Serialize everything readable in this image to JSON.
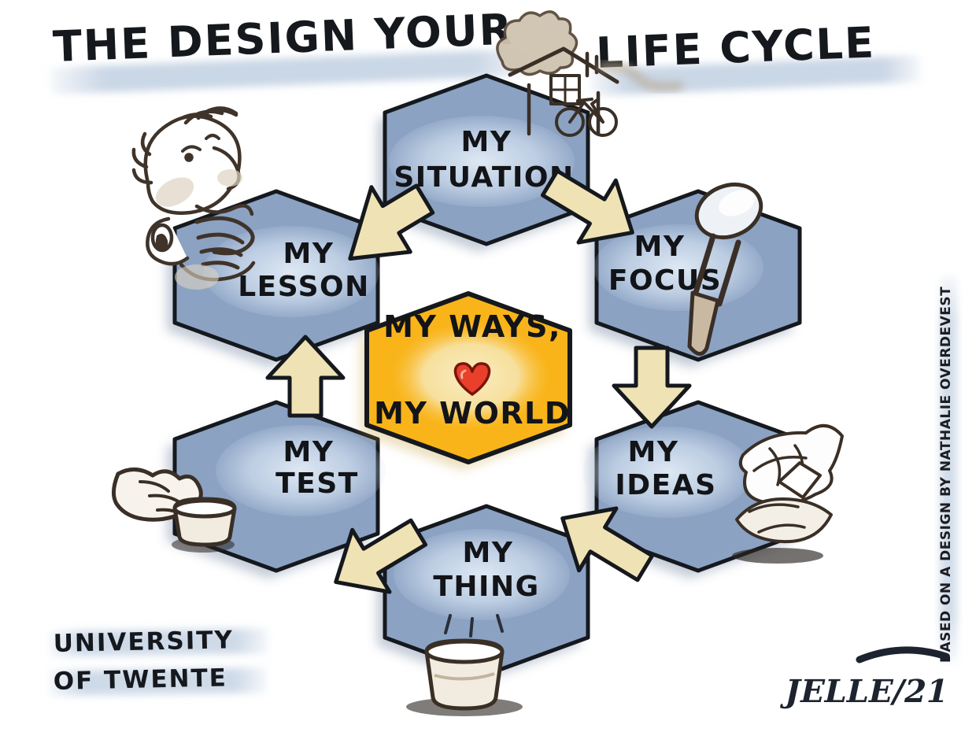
{
  "poster": {
    "title_left": "THE DESIGN YOUR",
    "title_right": "LIFE CYCLE",
    "background_color": "#ffffff",
    "highlight_color": "#c7d4e4"
  },
  "center_node": {
    "id": "my-ways-my-world",
    "line1": "MY WAYS,",
    "line2": "MY WORLD",
    "heart_icon": "heart-icon",
    "fill_color": "#F9B419",
    "glow_color": "#F7E9BC"
  },
  "cycle_nodes": [
    {
      "id": "my-situation",
      "line1": "MY",
      "line2": "SITUATION",
      "position": "top",
      "illustration": "house-tree-bicycle-icon",
      "fill_color": "#8BA2C3"
    },
    {
      "id": "my-focus",
      "line1": "MY",
      "line2": "FOCUS",
      "position": "top-right",
      "illustration": "magnifying-glass-icon",
      "fill_color": "#8BA2C3"
    },
    {
      "id": "my-ideas",
      "line1": "MY",
      "line2": "IDEAS",
      "position": "bottom-right",
      "illustration": "crumpled-papers-icon",
      "fill_color": "#8BA2C3"
    },
    {
      "id": "my-thing",
      "line1": "MY",
      "line2": "THING",
      "position": "bottom",
      "illustration": "paint-bucket-icon",
      "fill_color": "#8BA2C3"
    },
    {
      "id": "my-test",
      "line1": "MY",
      "line2": "TEST",
      "position": "bottom-left",
      "illustration": "hand-bucket-icon",
      "fill_color": "#8BA2C3"
    },
    {
      "id": "my-lesson",
      "line1": "MY",
      "line2": "LESSON",
      "position": "top-left",
      "illustration": "thinking-person-icon",
      "fill_color": "#8BA2C3"
    }
  ],
  "arrows": {
    "fill_color": "#EFE2B4",
    "stroke_color": "#15181d",
    "sequence": [
      {
        "from": "my-lesson",
        "to": "my-situation"
      },
      {
        "from": "my-situation",
        "to": "my-focus"
      },
      {
        "from": "my-focus",
        "to": "my-ideas"
      },
      {
        "from": "my-ideas",
        "to": "my-thing"
      },
      {
        "from": "my-thing",
        "to": "my-test"
      },
      {
        "from": "my-test",
        "to": "my-lesson"
      }
    ]
  },
  "footer": {
    "university_line1": "UNIVERSITY",
    "university_line2": "OF TWENTE",
    "credit": "BASED ON A DESIGN BY NATHALIE OVERDEVEST",
    "signature": "JELLE/21"
  }
}
